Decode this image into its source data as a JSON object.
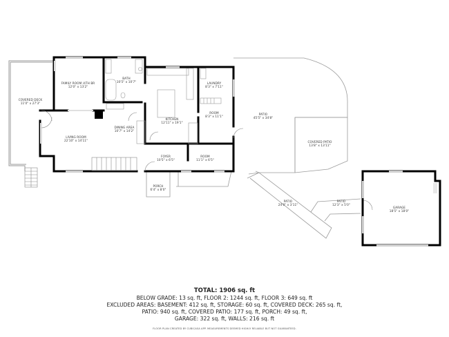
{
  "rooms": {
    "covered_deck": {
      "name": "COVERED DECK",
      "dims": "11'0\" x 27'3\""
    },
    "family_room": {
      "name": "FAMILY ROOM /4TH BR",
      "dims": "12'0\" x 13'2\""
    },
    "bath": {
      "name": "BATH",
      "dims": "10'5\" x 10'7\""
    },
    "living_room": {
      "name": "LIVING ROOM",
      "dims": "22'10\" x 14'11\""
    },
    "dining_area": {
      "name": "DINING AREA",
      "dims": "10'7\" x 14'2\""
    },
    "kitchen": {
      "name": "KITCHEN",
      "dims": "12'11\" x 19'1\""
    },
    "laundry": {
      "name": "LAUNDRY",
      "dims": "8'3\" x 7'11\""
    },
    "room_1": {
      "name": "ROOM",
      "dims": "8'3\" x 11'1\""
    },
    "foyer": {
      "name": "FOYER",
      "dims": "10'5\" x 6'5\""
    },
    "room_2": {
      "name": "ROOM",
      "dims": "11'1\" x 6'5\""
    },
    "porch": {
      "name": "PORCH",
      "dims": "6'4\" x 8'0\""
    },
    "patio_main": {
      "name": "PATIO",
      "dims": "45'5\" x 34'8\""
    },
    "covered_patio": {
      "name": "COVERED PATIO",
      "dims": "13'8\" x 13'11\""
    },
    "patio_diagonal": {
      "name": "PATIO",
      "dims": "24'0\" x 3'11\""
    },
    "patio_walk": {
      "name": "PATIO",
      "dims": "12'3\" x 5'0\""
    },
    "garage": {
      "name": "GARAGE",
      "dims": "18'5\" x 18'0\""
    }
  },
  "summary": {
    "total": "TOTAL: 1906 sq. ft",
    "line1": "BELOW GRADE: 13 sq. ft, FLOOR 2: 1244 sq. ft, FLOOR 3: 649 sq. ft",
    "line2": "EXCLUDED AREAS: BASEMENT: 412 sq. ft, STORAGE: 60 sq. ft, COVERED DECK: 265 sq. ft,",
    "line3": "PATIO: 940 sq. ft, COVERED PATIO: 177 sq. ft, PORCH: 49 sq. ft,",
    "line4": "GARAGE: 322 sq. ft, WALLS: 216 sq. ft",
    "footer": "FLOOR PLAN CREATED BY CUBICASA APP. MEASUREMENTS DEEMED HIGHLY RELIABLE BUT NOT GUARANTEED."
  },
  "colors": {
    "wall": "#000000",
    "outline": "#9a9a9a",
    "window": "#cfcfcf",
    "text": "#333333"
  }
}
